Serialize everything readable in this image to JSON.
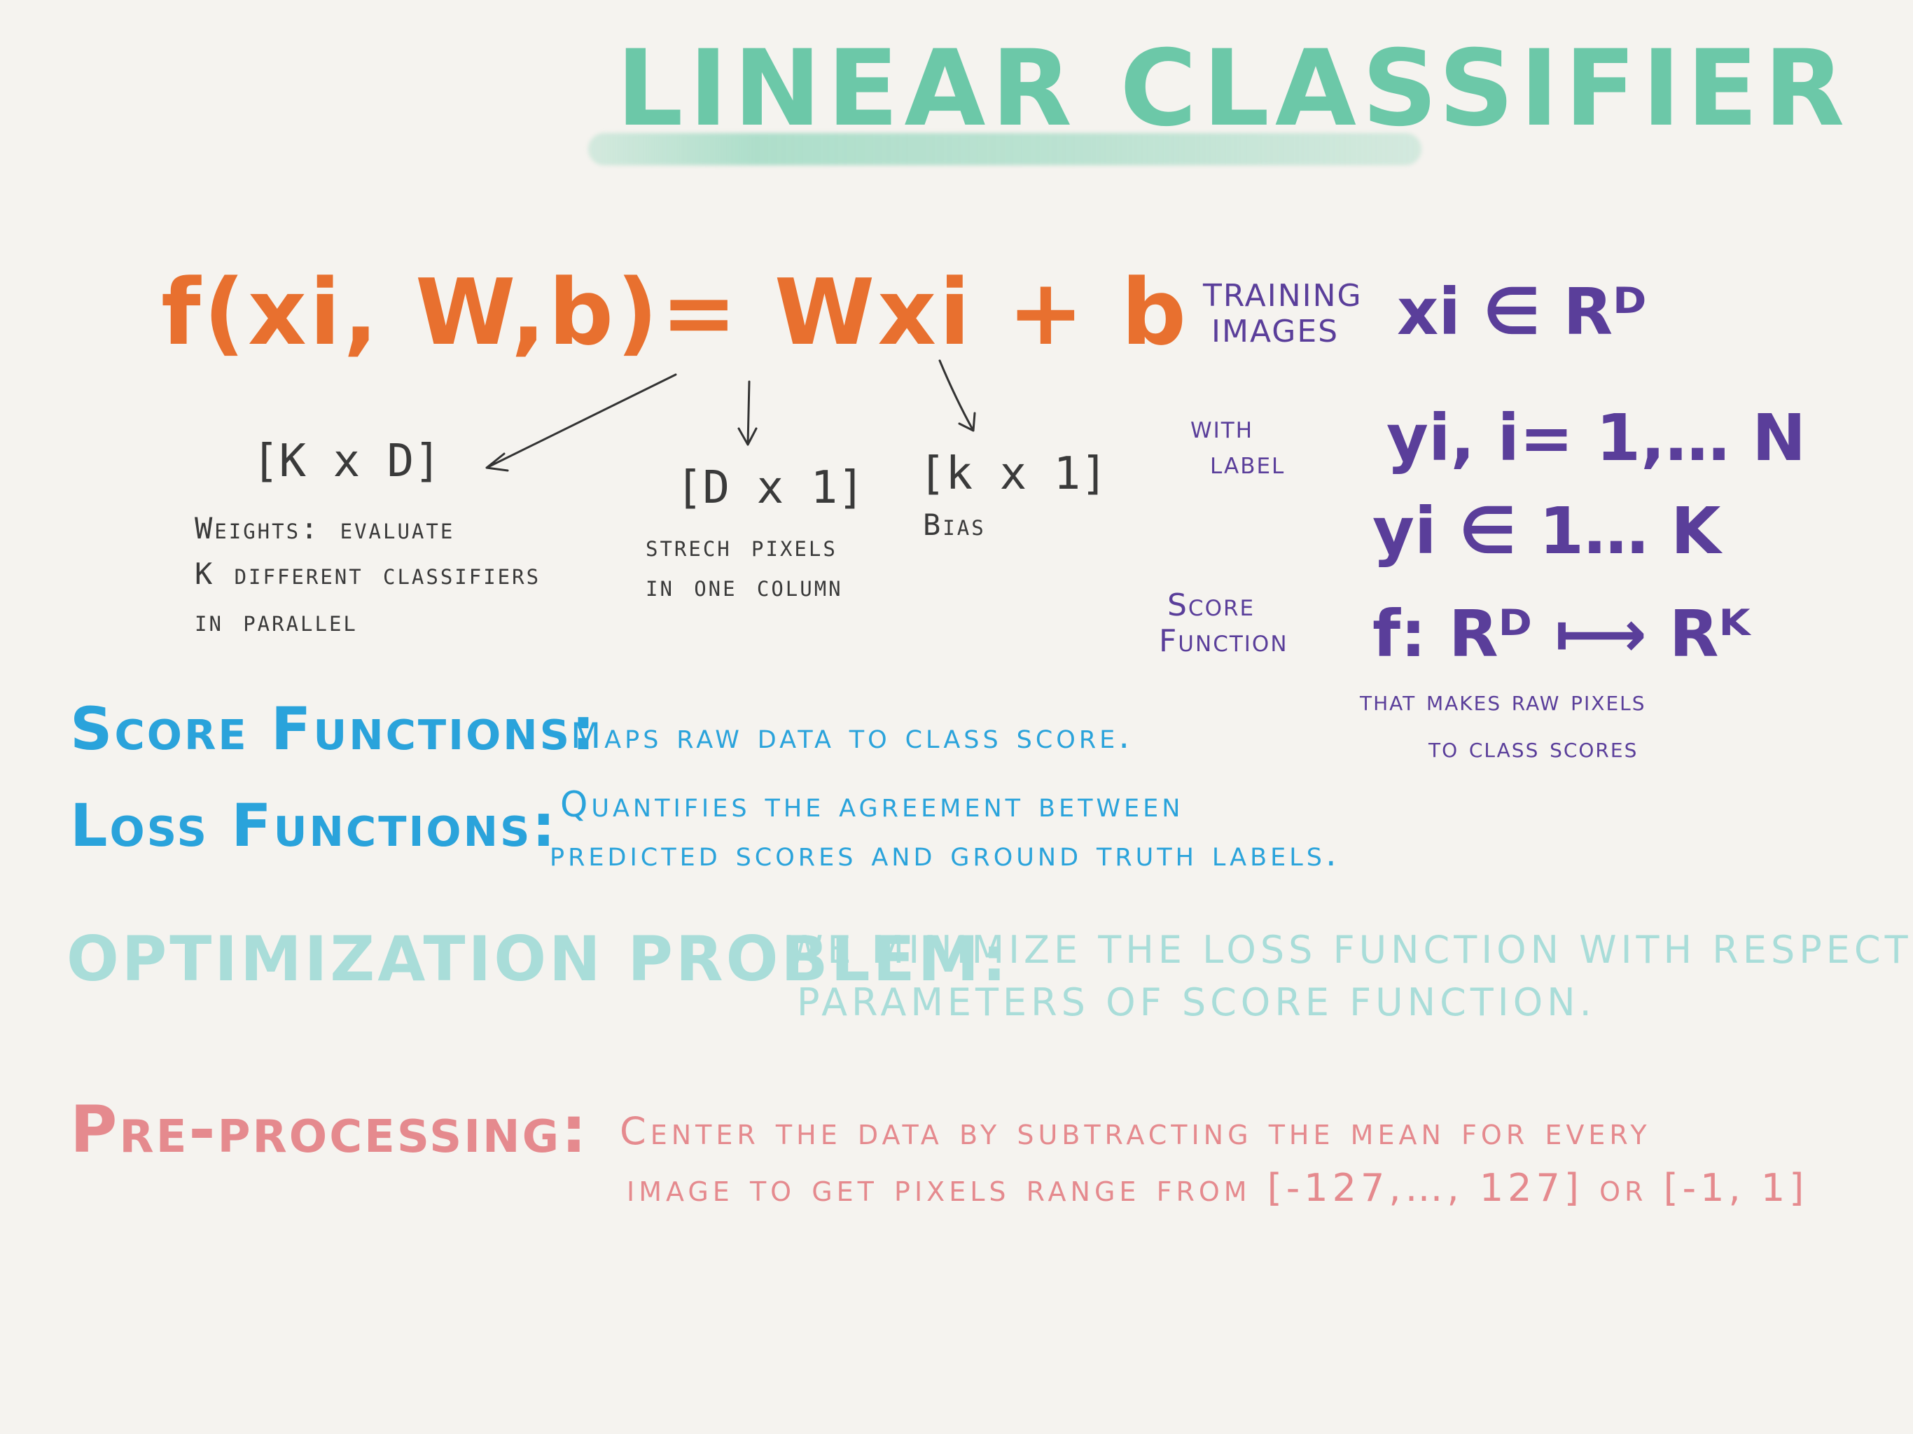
{
  "title": "LINEAR CLASSIFIER",
  "formula": "f(xi, W,b)= Wxi + b",
  "annotations": {
    "weights_dim": "[K x D]",
    "weights_desc_1": "Weights: evaluate",
    "weights_desc_2": "K different classifiers",
    "weights_desc_3": "in parallel",
    "pixels_dim": "[D x 1]",
    "pixels_desc_1": "strech pixels",
    "pixels_desc_2": "in one column",
    "bias_dim": "[k x 1]",
    "bias_desc": "Bias"
  },
  "right_panel": {
    "training_label_1": "TRAINING",
    "training_label_2": "IMAGES",
    "training_math": "xi ∈ Rᴰ",
    "with_label_1": "with",
    "with_label_2": "label",
    "label_math_1": "yi, i= 1,… N",
    "label_math_2": "yi ∈ 1… K",
    "score_label_1": "Score",
    "score_label_2": "Function",
    "score_math": "f: Rᴰ ⟼ Rᴷ",
    "score_desc_1": "that makes raw pixels",
    "score_desc_2": "to class scores"
  },
  "score_functions": {
    "heading": "Score Functions:",
    "text": "Maps raw data to class score."
  },
  "loss_functions": {
    "heading": "Loss Functions:",
    "text_1": "Quantifies the agreement between",
    "text_2": "predicted scores and ground truth labels."
  },
  "optimization": {
    "heading": "OPTIMIZATION PROBLEM:",
    "text_1": "WE MINIMIZE THE LOSS FUNCTION WITH RESPECT OF",
    "text_2": "PARAMETERS OF SCORE FUNCTION."
  },
  "preprocessing": {
    "heading": "Pre-processing:",
    "text_1": "Center the data by subtracting the mean for every",
    "text_2": "image to get pixels range from [-127,…, 127] or [-1, 1]"
  },
  "colors": {
    "title": "#6cc8a8",
    "formula": "#e8702f",
    "purple": "#5a3e9a",
    "blue": "#2aa3db",
    "teal_light": "#a9ddd9",
    "pink": "#e58a8e",
    "background": "#f5f3ef"
  }
}
